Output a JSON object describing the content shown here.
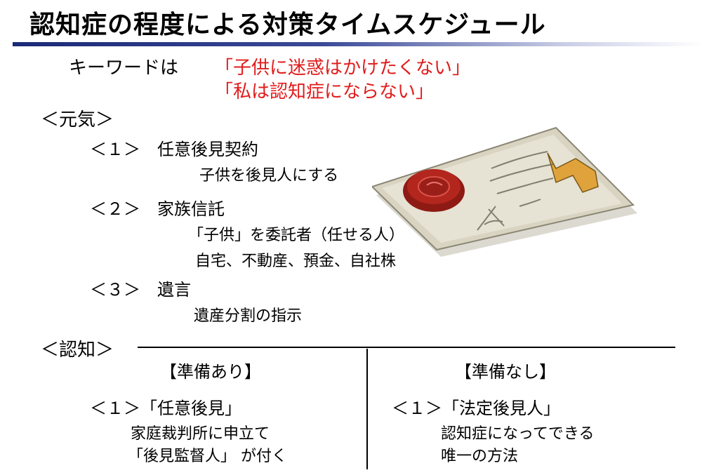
{
  "title": "認知症の程度による対策タイムスケジュール",
  "keyword": {
    "label": "キーワードは",
    "phrase1": "「子供に迷惑はかけたくない」",
    "phrase2": "「私は認知症にならない」"
  },
  "genki": {
    "heading": "＜元気＞",
    "items": [
      {
        "label": "＜１＞　任意後見契約",
        "details": [
          "子供を後見人にする"
        ]
      },
      {
        "label": "＜２＞　家族信託",
        "details": [
          "「子供」を委託者（任せる人）",
          "自宅、不動産、預金、自社株"
        ]
      },
      {
        "label": "＜３＞　遺言",
        "details": [
          "遺産分割の指示"
        ]
      }
    ]
  },
  "ninchi": {
    "heading": "＜認知＞",
    "prepared": {
      "heading": "【準備あり】",
      "item": "＜１＞「任意後見」",
      "details": [
        "家庭裁判所に申立て",
        "「後見監督人」 が付く"
      ]
    },
    "unprepared": {
      "heading": "【準備なし】",
      "item": "＜１＞「法定後見人」",
      "details": [
        "認知症になってできる",
        "唯一の方法"
      ]
    }
  },
  "illustration": {
    "icon": "sealed-document-icon",
    "colors": {
      "paper": "#d9d4c2",
      "seal": "#b3261e",
      "accent": "#e0a23a"
    }
  },
  "colors": {
    "title_rule": "#1a2a78",
    "keyword_red": "#e11c1c"
  }
}
